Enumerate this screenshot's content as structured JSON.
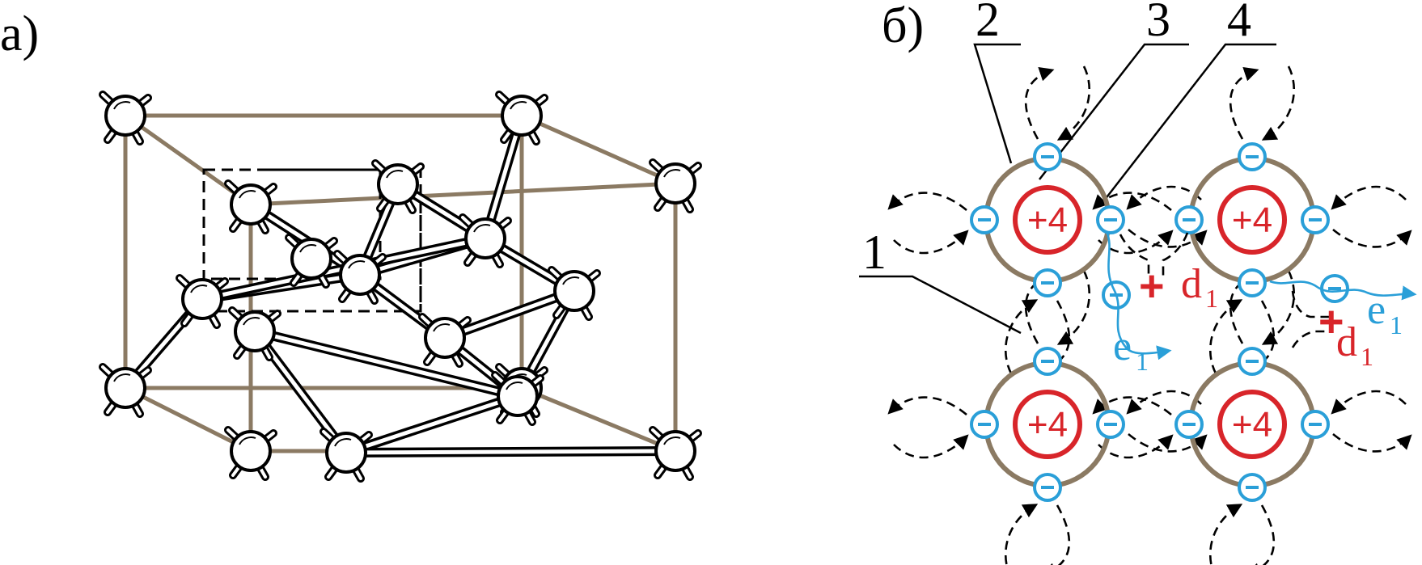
{
  "panel_a": {
    "label": "а)"
  },
  "panel_b": {
    "label": "б)",
    "callouts": {
      "one": "1",
      "two": "2",
      "three": "3",
      "four": "4"
    },
    "ion_charge": "+4",
    "free_electron_label": "e",
    "free_electron_index": "1",
    "donor_label": "d",
    "donor_index": "1",
    "hole_sign": "+"
  },
  "colors": {
    "cell_edge": "#8b7a63",
    "ion_ring": "#d8252a",
    "electron": "#2a9fd8",
    "annotation": "#d8252a",
    "line": "#000000"
  }
}
